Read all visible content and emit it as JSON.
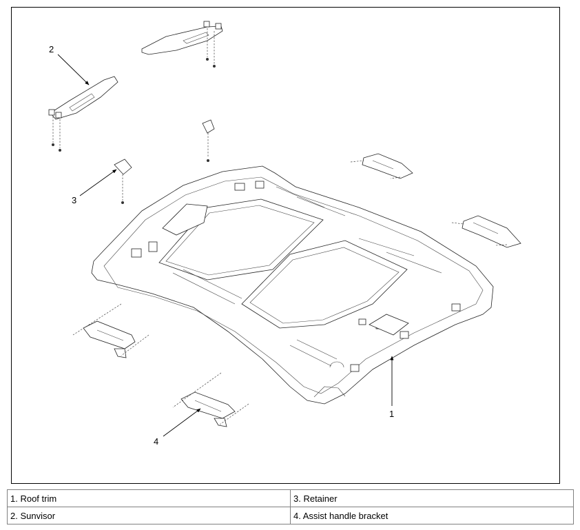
{
  "callouts": {
    "c1": "1",
    "c2": "2",
    "c3": "3",
    "c4": "4"
  },
  "legend": {
    "rows": [
      {
        "left": "1. Roof trim",
        "right": "3. Retainer"
      },
      {
        "left": "2. Sunvisor",
        "right": "4. Assist handle bracket"
      }
    ]
  }
}
